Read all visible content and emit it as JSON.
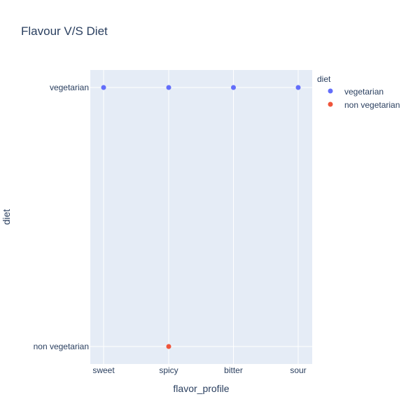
{
  "chart_data": {
    "type": "scatter",
    "title": "Flavour V/S Diet",
    "xlabel": "flavor_profile",
    "ylabel": "diet",
    "x_categories": [
      "sweet",
      "spicy",
      "bitter",
      "sour"
    ],
    "y_categories": [
      "non vegetarian",
      "vegetarian"
    ],
    "grid": true,
    "legend": {
      "title": "diet",
      "placement": "top-right"
    },
    "series": [
      {
        "name": "vegetarian",
        "color": "#636efa",
        "points": [
          {
            "x": "sweet",
            "y": "vegetarian"
          },
          {
            "x": "spicy",
            "y": "vegetarian"
          },
          {
            "x": "bitter",
            "y": "vegetarian"
          },
          {
            "x": "sour",
            "y": "vegetarian"
          }
        ]
      },
      {
        "name": "non vegetarian",
        "color": "#ef553b",
        "points": [
          {
            "x": "spicy",
            "y": "non vegetarian"
          }
        ]
      }
    ]
  }
}
